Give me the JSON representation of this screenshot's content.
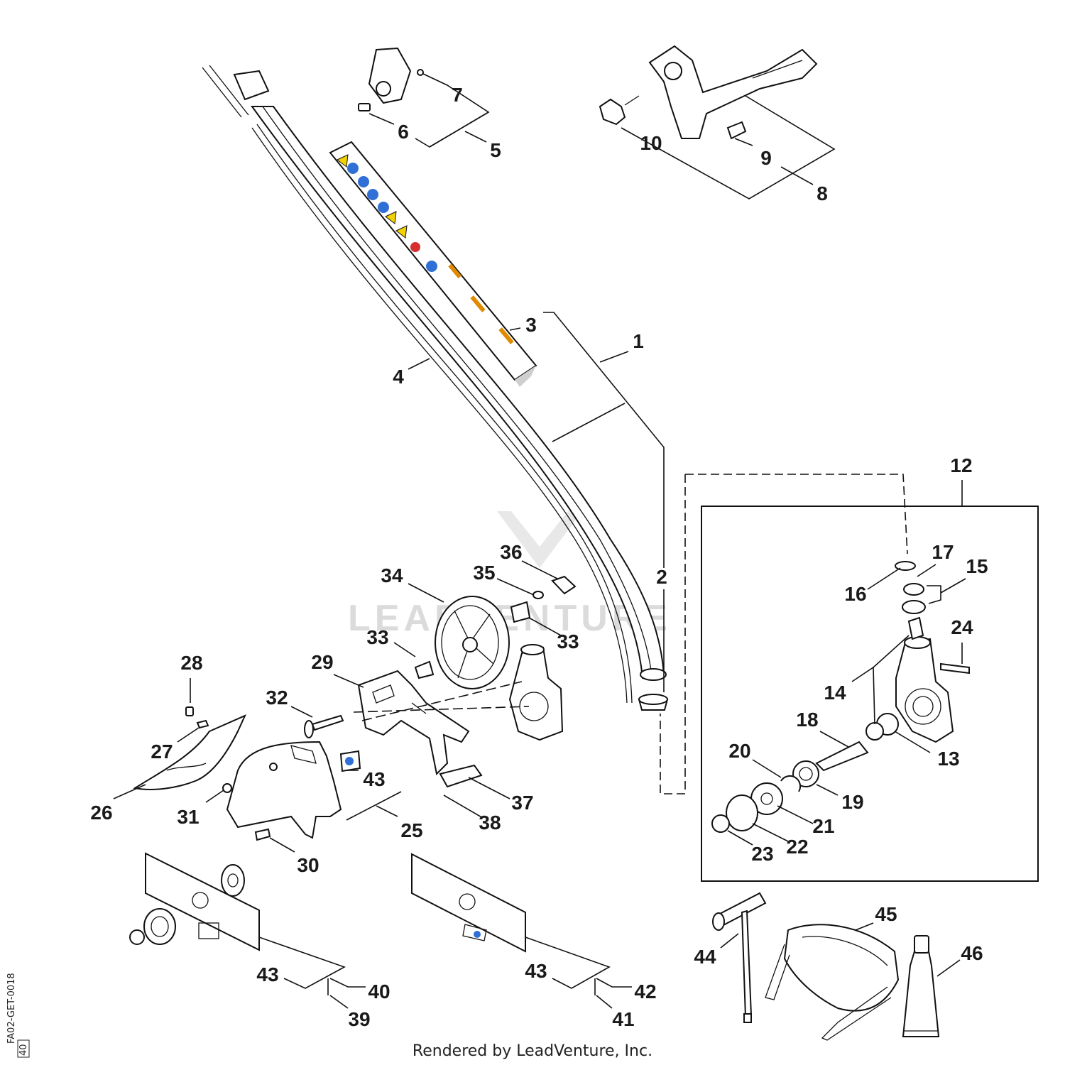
{
  "diagram": {
    "callouts": {
      "c1": "1",
      "c2": "2",
      "c3": "3",
      "c4": "4",
      "c5": "5",
      "c6": "6",
      "c7": "7",
      "c8": "8",
      "c9": "9",
      "c10": "10",
      "c12": "12",
      "c13": "13",
      "c14": "14",
      "c15": "15",
      "c16": "16",
      "c17": "17",
      "c18": "18",
      "c19": "19",
      "c20": "20",
      "c21": "21",
      "c22": "22",
      "c23": "23",
      "c24": "24",
      "c25": "25",
      "c26": "26",
      "c27": "27",
      "c28": "28",
      "c29": "29",
      "c30": "30",
      "c31": "31",
      "c32": "32",
      "c33a": "33",
      "c33b": "33",
      "c34": "34",
      "c35": "35",
      "c36": "36",
      "c37": "37",
      "c38": "38",
      "c39": "39",
      "c40": "40",
      "c41": "41",
      "c42": "42",
      "c43a": "43",
      "c43b": "43",
      "c43c": "43",
      "c44": "44",
      "c45": "45",
      "c46": "46"
    },
    "footer": "Rendered by LeadVenture, Inc.",
    "drawing_code": "FA02-GET-0018",
    "sheet_number": "40",
    "watermark": "LEADVENTURE"
  }
}
